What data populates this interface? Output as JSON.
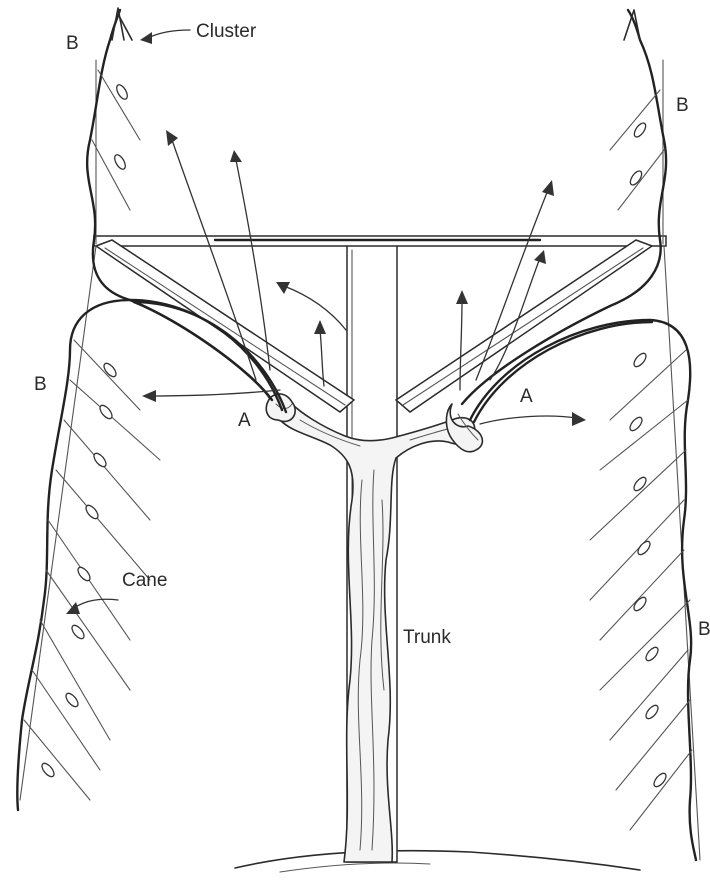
{
  "labels": {
    "cluster": "Cluster",
    "b_top_left": "B",
    "b_top_right": "B",
    "b_mid_left": "B",
    "b_mid_right": "B",
    "a_left": "A",
    "a_right": "A",
    "cane": "Cane",
    "trunk": "Trunk"
  }
}
